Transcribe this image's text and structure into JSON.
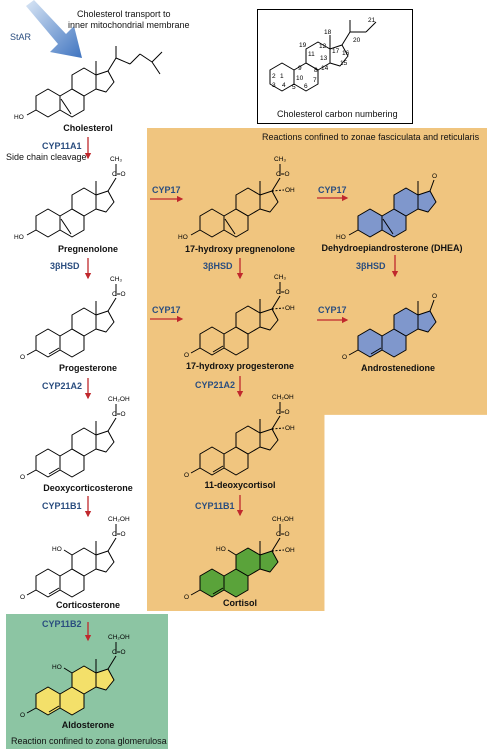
{
  "top": {
    "star_label": "StAR",
    "transport_line1": "Cholesterol transport to",
    "transport_line2": "inner mitochondrial membrane"
  },
  "numbering_box": {
    "caption": "Cholesterol carbon numbering",
    "numbers": [
      "1",
      "2",
      "3",
      "4",
      "5",
      "6",
      "7",
      "8",
      "9",
      "10",
      "11",
      "12",
      "13",
      "14",
      "15",
      "16",
      "17",
      "18",
      "19",
      "20",
      "21"
    ]
  },
  "regions": {
    "fasciculata_label": "Reactions confined to zonae fasciculata and reticularis",
    "glomerulosa_label": "Reaction confined to zona glomerulosa"
  },
  "colors": {
    "fasciculata_bg": "#f0c57f",
    "glomerulosa_bg": "#8cc5a3",
    "androgen_fill": "#7f97cc",
    "cortisol_fill": "#5aa33a",
    "aldosterone_fill": "#f3e06a",
    "arrow": "#c0282d",
    "enzyme_text": "#2a4d7f"
  },
  "compounds": {
    "cholesterol": "Cholesterol",
    "pregnenolone": "Pregnenolone",
    "progesterone": "Progesterone",
    "deoxycorticosterone": "Deoxycorticosterone",
    "corticosterone": "Corticosterone",
    "aldosterone": "Aldosterone",
    "hydroxypregnenolone": "17-hydroxy pregnenolone",
    "hydroxyprogesterone": "17-hydroxy progesterone",
    "deoxycortisol": "11-deoxycortisol",
    "cortisol": "Cortisol",
    "dhea": "Dehydroepiandrosterone (DHEA)",
    "androstenedione": "Androstenedione"
  },
  "enzymes": {
    "cyp11a1": "CYP11A1",
    "side_chain": "Side chain cleavage",
    "hsd": "3βHSD",
    "cyp17": "CYP17",
    "cyp21a2": "CYP21A2",
    "cyp11b1": "CYP11B1",
    "cyp11b2": "CYP11B2"
  },
  "groups": {
    "ho": "HO",
    "oh": "OH",
    "o": "O",
    "ch3": "CH₃",
    "co": "C=O",
    "ch2oh": "CH₂OH"
  }
}
